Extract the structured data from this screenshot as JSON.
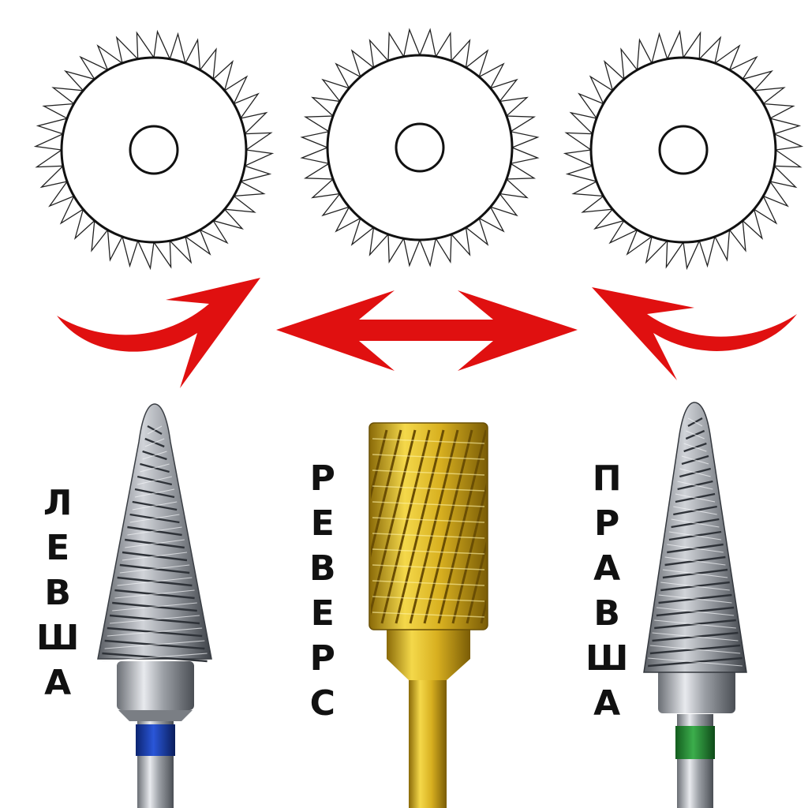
{
  "labels": {
    "left": "ЛЕВША",
    "middle": "РЕВЕРС",
    "right": "ПРАВША"
  },
  "blades": [
    {
      "name": "left-saw-blade",
      "teeth_direction": "counterclockwise"
    },
    {
      "name": "middle-saw-blade",
      "teeth_direction": "none"
    },
    {
      "name": "right-saw-blade",
      "teeth_direction": "clockwise"
    }
  ],
  "arrows": {
    "left": "curved-arrow-up-right",
    "middle": "double-headed-arrow",
    "right": "curved-arrow-up-left",
    "color": "#e01010"
  },
  "bits": {
    "left": {
      "shape": "cone",
      "color": "#b8bcc2",
      "band_color": "#1a3fb0"
    },
    "middle": {
      "shape": "cylinder",
      "color": "#e0b820",
      "band_color": "#d4a814"
    },
    "right": {
      "shape": "cone",
      "color": "#a8acb0",
      "band_color": "#2e8b3a"
    }
  }
}
